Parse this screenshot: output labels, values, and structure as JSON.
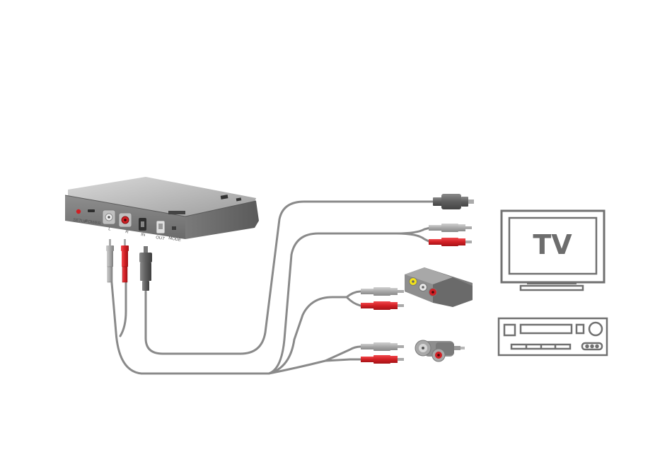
{
  "device": {
    "labels": {
      "setup": "SETUP",
      "power": "POWER",
      "left": "L",
      "right": "R",
      "optical_in": "IN",
      "optical_out": "OUT",
      "mode": "MODE"
    }
  },
  "tv": {
    "label": "TV"
  },
  "colors": {
    "cable": "#8a8a8a",
    "red_plug": "#d21f24",
    "grey_plug": "#b4b4b4",
    "dark_plug": "#5e5e5e",
    "outline": "#707070",
    "yellow_jack": "#f2e21a"
  },
  "icons": [
    "transmitter-box-icon",
    "optical-plug-icon",
    "rca-plug-pair-icon",
    "scart-adapter-icon",
    "jack-adapter-icon",
    "tv-icon",
    "av-receiver-icon"
  ]
}
